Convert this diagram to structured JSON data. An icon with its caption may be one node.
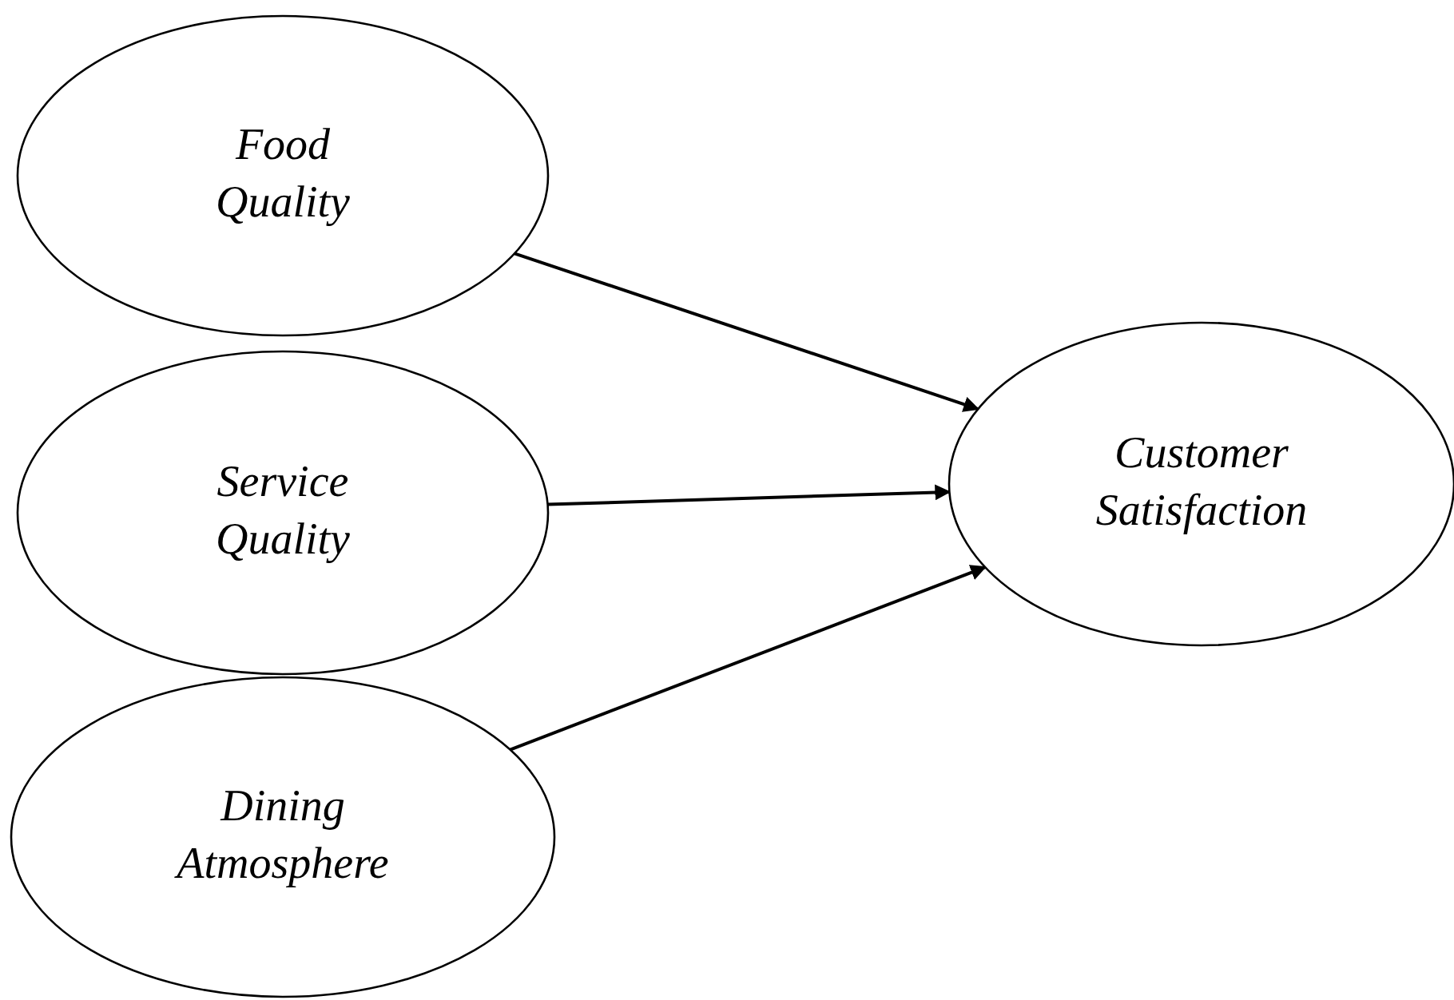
{
  "diagram": {
    "nodes": [
      {
        "text": [
          "Food Quality"
        ]
      },
      {
        "text": [
          "Service Quality"
        ]
      },
      {
        "text": [
          "Dining Atmosphere"
        ]
      },
      {
        "text": [
          "Customer Satisfaction"
        ]
      }
    ],
    "edges": [
      {
        "from": 0,
        "to": 3,
        "arrow": "to"
      },
      {
        "from": 1,
        "to": 3,
        "arrow": "to"
      },
      {
        "from": 2,
        "to": 3,
        "arrow": "to"
      }
    ]
  }
}
